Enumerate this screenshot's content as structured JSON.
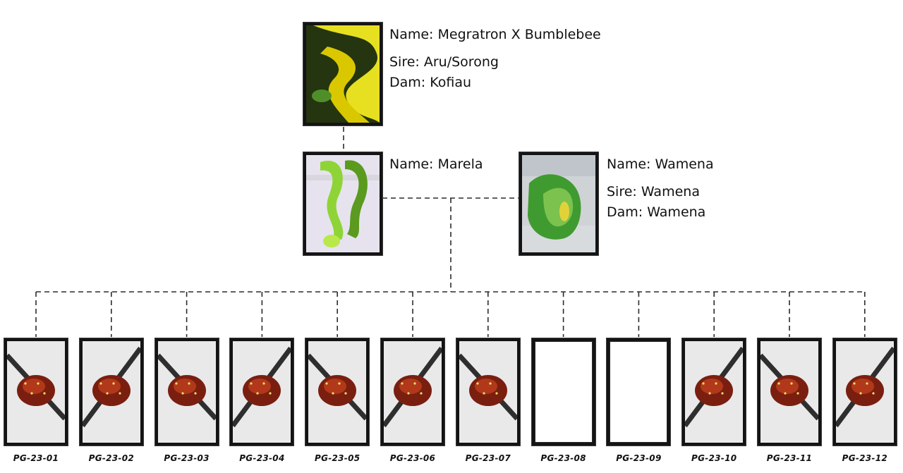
{
  "grandparent": {
    "name_line": "Name: Megratron X Bumblebee",
    "sire_line": "Sire: Aru/Sorong",
    "dam_line": "Dam: Kofiau",
    "photo_colors": [
      "#e7e021",
      "#d9c800",
      "#4f8f2a",
      "#24350f"
    ]
  },
  "dam_parent": {
    "name_line": "Name: Marela",
    "photo_colors": [
      "#8fd437",
      "#b9e84a",
      "#5a9a1e",
      "#e6e3ee"
    ]
  },
  "sire_parent": {
    "name_line": "Name: Wamena",
    "sire_line": "Sire: Wamena",
    "dam_line": "Dam: Wamena",
    "photo_colors": [
      "#3f9b2f",
      "#2f7f22",
      "#7cc24e",
      "#cfd3d6"
    ]
  },
  "offspring": [
    {
      "label": "PG-23-01",
      "photo": true
    },
    {
      "label": "PG-23-02",
      "photo": true
    },
    {
      "label": "PG-23-03",
      "photo": true
    },
    {
      "label": "PG-23-04",
      "photo": true
    },
    {
      "label": "PG-23-05",
      "photo": true
    },
    {
      "label": "PG-23-06",
      "photo": true
    },
    {
      "label": "PG-23-07",
      "photo": true
    },
    {
      "label": "PG-23-08",
      "photo": false
    },
    {
      "label": "PG-23-09",
      "photo": false
    },
    {
      "label": "PG-23-10",
      "photo": true
    },
    {
      "label": "PG-23-11",
      "photo": true
    },
    {
      "label": "PG-23-12",
      "photo": true
    }
  ],
  "colors": {
    "line": "#2b2b2b",
    "hatchling": "#7a1f10",
    "hatchling_light": "#b2381b",
    "perch": "#2e2e2e",
    "background_photo": "#e9e9ea"
  }
}
